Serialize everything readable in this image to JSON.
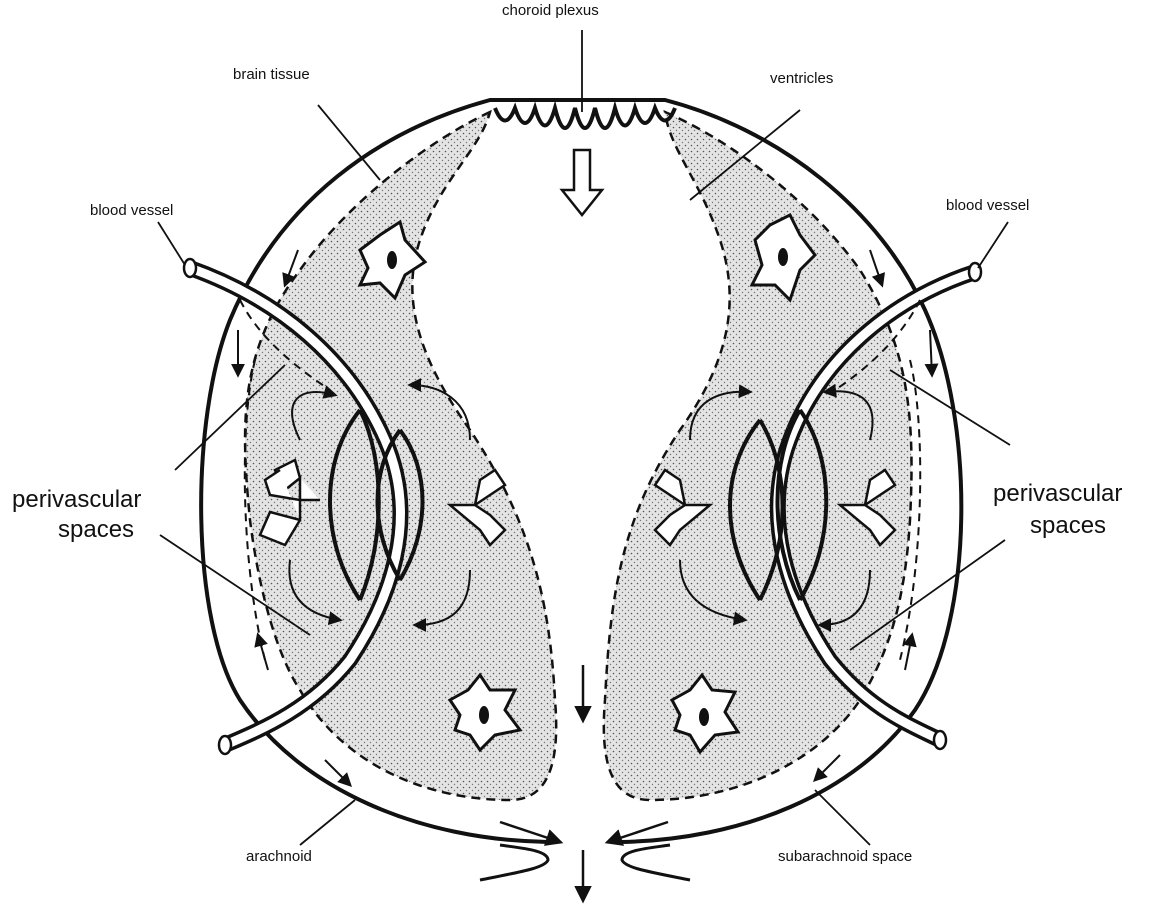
{
  "labels": {
    "choroid_plexus": "choroid plexus",
    "brain_tissue": "brain tissue",
    "ventricles": "ventricles",
    "blood_vessel_left": "blood vessel",
    "blood_vessel_right": "blood vessel",
    "perivascular_left_line1": "perivascular",
    "perivascular_left_line2": "spaces",
    "perivascular_right_line1": "perivascular",
    "perivascular_right_line2": "spaces",
    "arachnoid": "arachnoid",
    "subarachnoid_space": "subarachnoid space"
  },
  "colors": {
    "ink": "#111111",
    "tissue_shade": "#d8d8d8",
    "background": "#ffffff"
  }
}
